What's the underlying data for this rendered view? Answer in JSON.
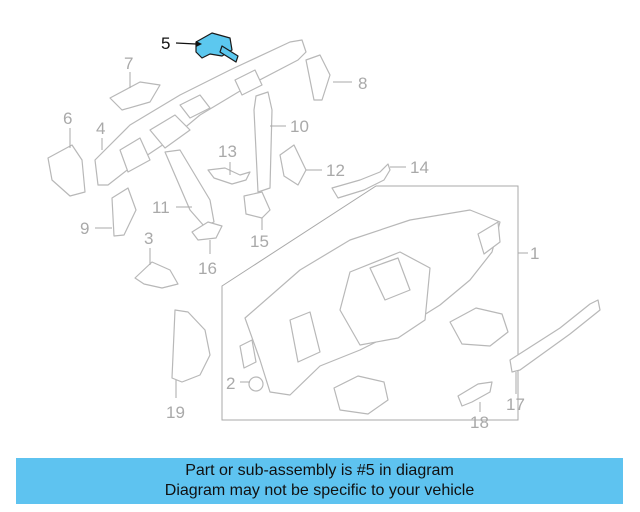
{
  "caption": {
    "line1": "Part or sub-assembly is #5 in diagram",
    "line2": "Diagram may not be specific to your vehicle"
  },
  "callouts": {
    "c1": "1",
    "c2": "2",
    "c3": "3",
    "c4": "4",
    "c5": "5",
    "c6": "6",
    "c7": "7",
    "c8": "8",
    "c9": "9",
    "c10": "10",
    "c11": "11",
    "c12": "12",
    "c13": "13",
    "c14": "14",
    "c15": "15",
    "c16": "16",
    "c17": "17",
    "c18": "18",
    "c19": "19"
  },
  "colors": {
    "highlight": "#5cc8ef",
    "caption_bg": "#5ec3f0",
    "line": "#b8b8b8"
  }
}
